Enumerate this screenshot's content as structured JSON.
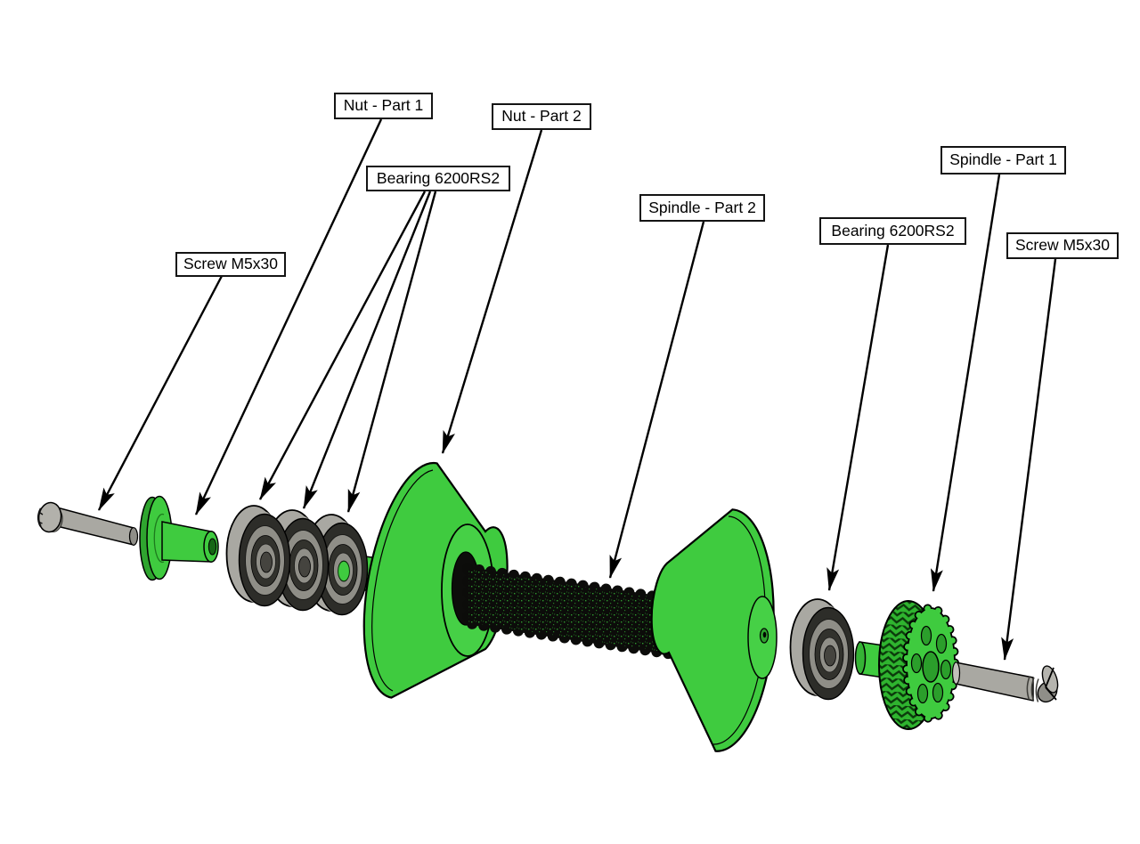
{
  "diagram": {
    "type": "exploded-assembly-drawing",
    "background": "#ffffff",
    "colors": {
      "part_green": "#3fcb3f",
      "part_green_light": "#46d046",
      "part_green_dark": "#2fa52f",
      "metal_gray": "#a9a8a2",
      "metal_gray_dark": "#8f8e88",
      "bearing_seal_black": "#2d2d29",
      "thread_black": "#0c0c0a",
      "outline": "#000000",
      "leader_line": "#000000",
      "label_background": "#ffffff",
      "label_border": "#141414",
      "label_text": "#000000"
    },
    "callouts": [
      {
        "label": "Screw M5x30",
        "target_part": "screw-m5x30-left",
        "arrow_count": 1
      },
      {
        "label": "Nut - Part 1",
        "target_part": "nut-part-1",
        "arrow_count": 1
      },
      {
        "label": "Bearing 6200RS2",
        "target_part": "bearing-stack-left",
        "arrow_count": 3
      },
      {
        "label": "Nut - Part 2",
        "target_part": "nut-part-2-cone",
        "arrow_count": 1
      },
      {
        "label": "Spindle - Part 2",
        "target_part": "spindle-part-2-threaded-shaft",
        "arrow_count": 1
      },
      {
        "label": "Bearing 6200RS2",
        "target_part": "bearing-right",
        "arrow_count": 1
      },
      {
        "label": "Spindle - Part 1",
        "target_part": "spindle-part-1-gear",
        "arrow_count": 1
      },
      {
        "label": "Screw M5x30",
        "target_part": "screw-m5x30-right",
        "arrow_count": 1
      }
    ]
  }
}
